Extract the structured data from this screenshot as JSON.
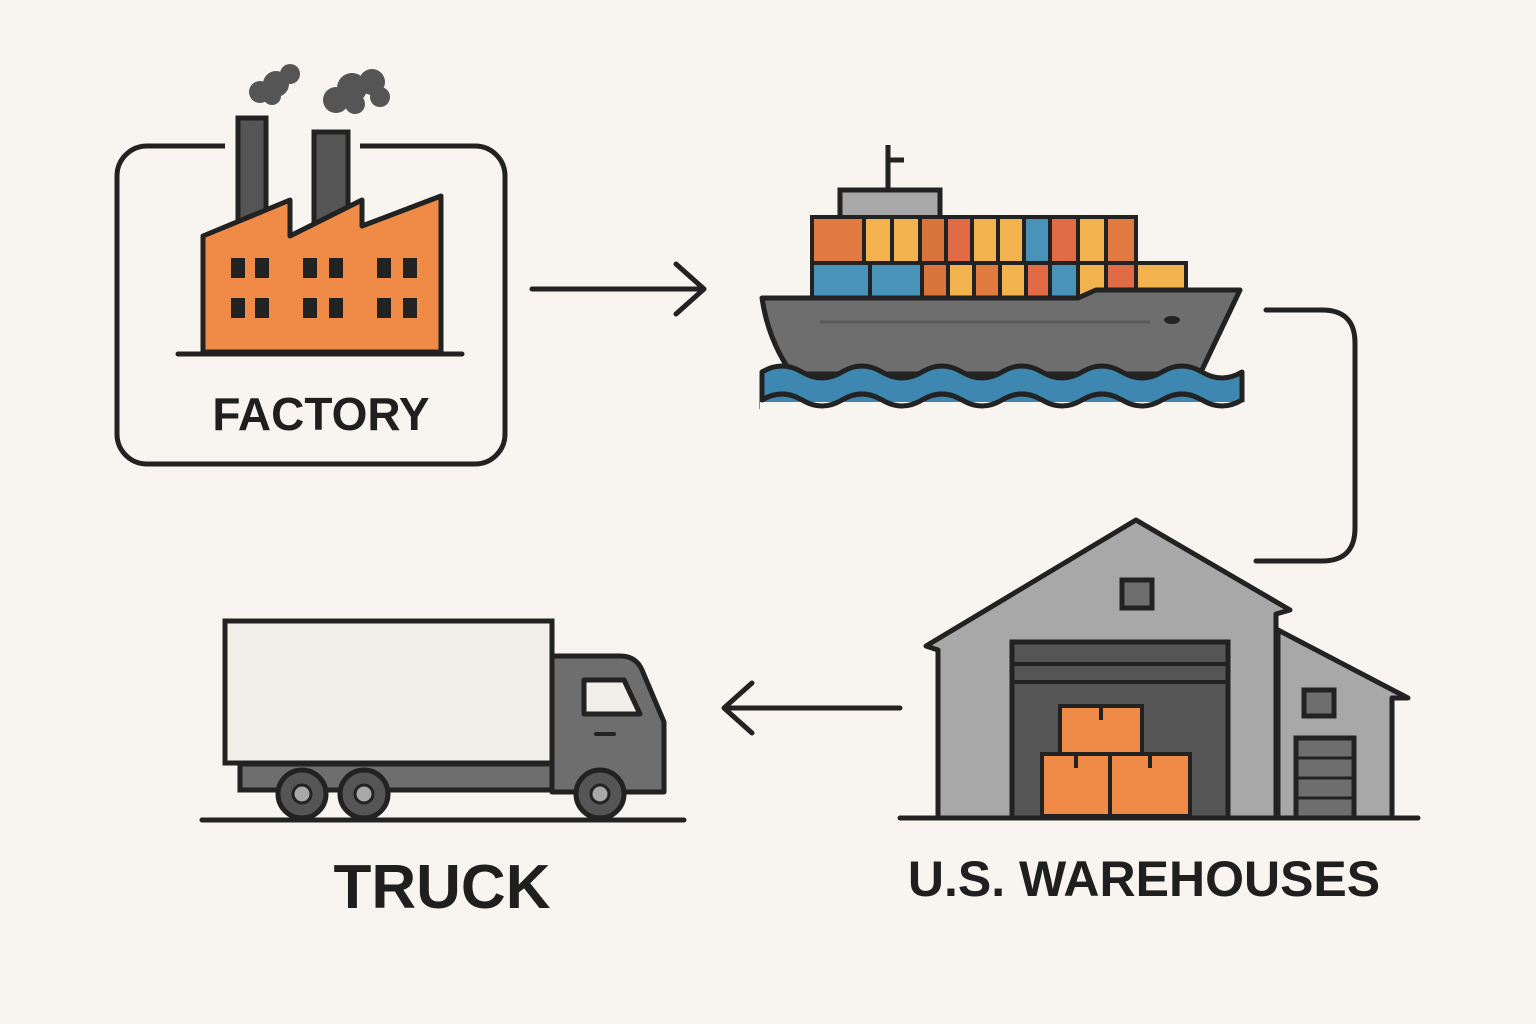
{
  "nodes": {
    "factory": {
      "label": "FACTORY"
    },
    "ship": {
      "label": ""
    },
    "warehouse": {
      "label": "U.S. WAREHOUSES"
    },
    "truck": {
      "label": "TRUCK"
    }
  },
  "flow": [
    "factory",
    "ship",
    "warehouse",
    "truck"
  ],
  "colors": {
    "background": "#f8f5f0",
    "outline": "#222222",
    "orange": "#f08a47",
    "dark_orange": "#d9743a",
    "yellow": "#f2b34e",
    "blue": "#4a93b8",
    "red_orange": "#e06b45",
    "gray": "#6e6e6e",
    "light_gray": "#a8a8a8",
    "smoke": "#555555",
    "water": "#3d87b0"
  },
  "icons": {
    "factory": "factory-icon",
    "ship": "container-ship-icon",
    "warehouse": "warehouse-icon",
    "truck": "truck-icon"
  }
}
